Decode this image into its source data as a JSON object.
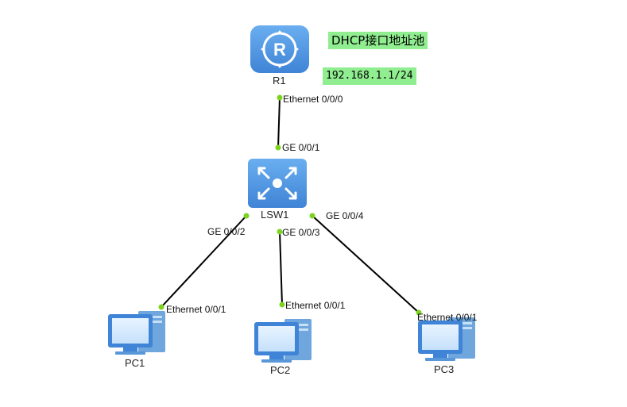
{
  "notes": {
    "pool": "DHCP接口地址池",
    "address": "192.168.1.1/24"
  },
  "devices": {
    "router": "R1",
    "switch": "LSW1",
    "pc1": "PC1",
    "pc2": "PC2",
    "pc3": "PC3"
  },
  "ports": {
    "r1_eth": "Ethernet 0/0/0",
    "sw_ge1": "GE 0/0/1",
    "sw_ge2": "GE 0/0/2",
    "sw_ge3": "GE 0/0/3",
    "sw_ge4": "GE 0/0/4",
    "pc1_eth": "Ethernet 0/0/1",
    "pc2_eth": "Ethernet 0/0/1",
    "pc3_eth": "Ethernet 0/0/1"
  },
  "colors": {
    "device_blue": "#4a90e2",
    "link": "#000000",
    "port_dot": "#7ed321",
    "note_bg": "#90ee90"
  },
  "icons": {
    "router": "router-icon",
    "switch": "switch-icon",
    "pc": "pc-icon"
  }
}
